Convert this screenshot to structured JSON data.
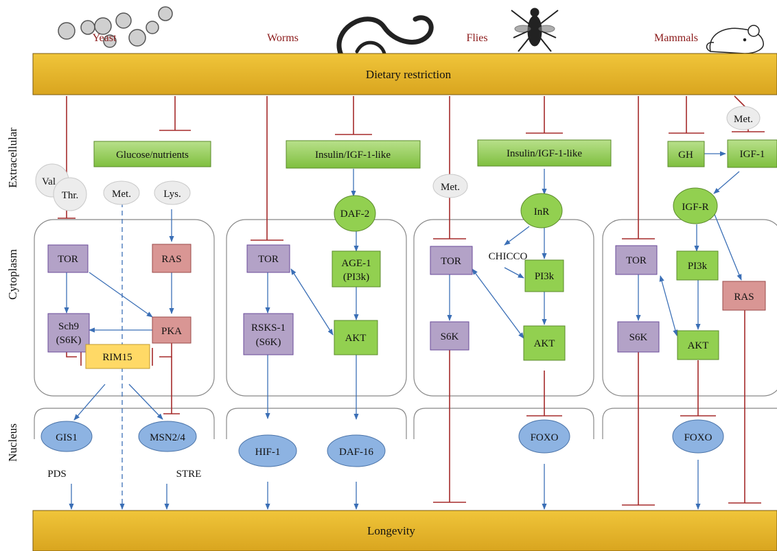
{
  "header": {
    "organisms": [
      "Yeast",
      "Worms",
      "Flies",
      "Mammals"
    ],
    "dietary_restriction": "Dietary restriction",
    "longevity": "Longevity"
  },
  "compartments": [
    "Extracellular",
    "Cytoplasm",
    "Nucleus"
  ],
  "yeast": {
    "glucose": "Glucose/nutrients",
    "val": "Val",
    "thr": "Thr.",
    "met": "Met.",
    "lys": "Lys.",
    "tor": "TOR",
    "ras": "RAS",
    "sch9_a": "Sch9",
    "sch9_b": "(S6K)",
    "pka": "PKA",
    "rim15": "RIM15",
    "gis1": "GIS1",
    "msn": "MSN2/4",
    "pds": "PDS",
    "stre": "STRE"
  },
  "worms": {
    "insulin": "Insulin/IGF-1-like",
    "daf2": "DAF-2",
    "tor": "TOR",
    "age1_a": "AGE-1",
    "age1_b": "(PI3k)",
    "rsks_a": "RSKS-1",
    "rsks_b": "(S6K)",
    "akt": "AKT",
    "hif1": "HIF-1",
    "daf16": "DAF-16"
  },
  "flies": {
    "insulin": "Insulin/IGF-1-like",
    "met": "Met.",
    "inr": "InR",
    "chicco": "CHICCO",
    "tor": "TOR",
    "pi3k": "PI3k",
    "s6k": "S6K",
    "akt": "AKT",
    "foxo": "FOXO"
  },
  "mammals": {
    "met": "Met.",
    "gh": "GH",
    "igf1": "IGF-1",
    "igfr": "IGF-R",
    "tor": "TOR",
    "pi3k": "PI3k",
    "ras": "RAS",
    "s6k": "S6K",
    "akt": "AKT",
    "foxo": "FOXO"
  },
  "colors": {
    "gold": "#e8b92e",
    "green": "#92d050",
    "purple": "#b3a2c7",
    "red_box": "#d99694",
    "orange": "#ffd966",
    "blue_node": "#8db3e2",
    "inhibit": "#a52a2a",
    "activate": "#3b6fb6",
    "organism_text": "#8b1a1a"
  }
}
